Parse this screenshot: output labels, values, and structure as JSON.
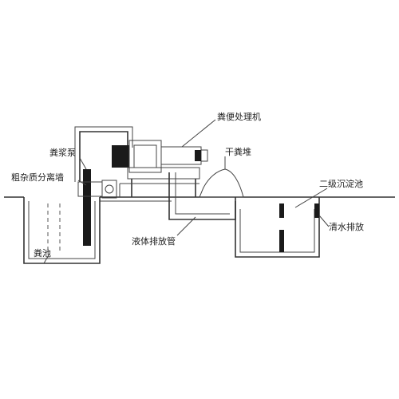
{
  "labels": {
    "separator": "粪便处理机",
    "dry_manure_pile": "干粪堆",
    "manure_pump": "粪浆泵",
    "separation_wall": "粗杂质分离墙",
    "secondary_tank": "二级沉淀池",
    "clear_water_discharge": "清水排放",
    "liquid_discharge_pipe": "液体排放管",
    "manure_pit": "粪池"
  },
  "colors": {
    "line": "#333333",
    "fill_dark": "#1a1a1a",
    "background": "#ffffff"
  }
}
